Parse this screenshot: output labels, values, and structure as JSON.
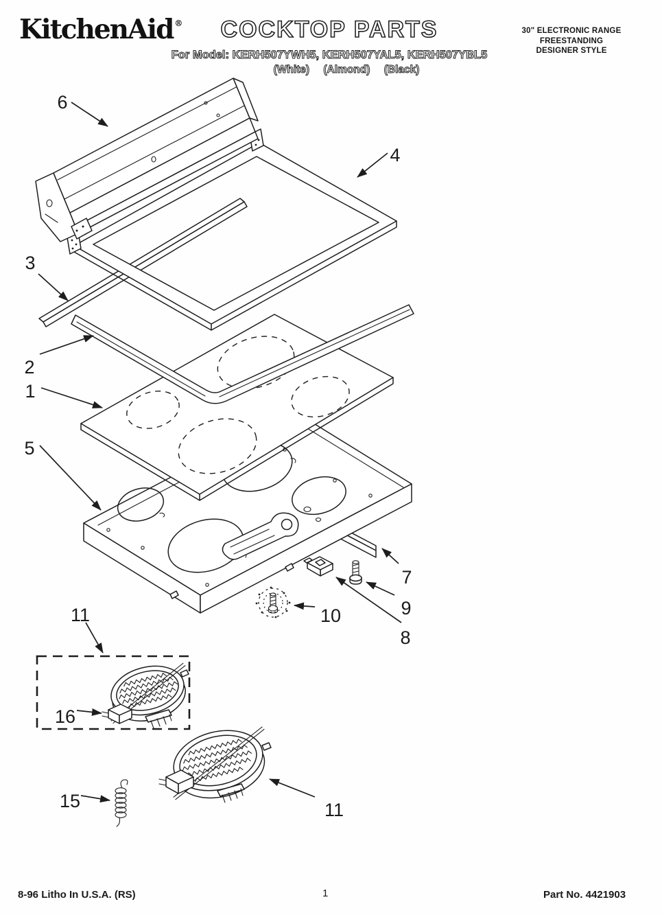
{
  "header": {
    "brand": "KitchenAid",
    "brand_reg": "®",
    "title": "COCKTOP PARTS",
    "model_line": "For Model: KERH507YWH5, KERH507YAL5, KERH507YBL5",
    "color_line": "(White) (Almond) (Black)",
    "right_lines": [
      "30\" ELECTRONIC RANGE",
      "FREESTANDING",
      "DESIGNER STYLE"
    ]
  },
  "footer": {
    "litho": "8-96 Litho In U.S.A. (RS)",
    "page_number": "1",
    "part_no": "Part No. 4421903"
  },
  "diagram": {
    "type": "exploded-parts-diagram",
    "description": "Exploded isometric view of a cooktop assembly",
    "ink_color": "#1d1d1d",
    "callouts": [
      {
        "num": "6",
        "points_to": "backguard panel"
      },
      {
        "num": "4",
        "points_to": "main cooktop frame"
      },
      {
        "num": "3",
        "points_to": "rear trim strip"
      },
      {
        "num": "2",
        "points_to": "front trim rail"
      },
      {
        "num": "1",
        "points_to": "glass ceramic cooktop with four burner zones"
      },
      {
        "num": "5",
        "points_to": "burner box pan with four element openings"
      },
      {
        "num": "7",
        "points_to": "side support rail"
      },
      {
        "num": "9",
        "points_to": "screw"
      },
      {
        "num": "8",
        "points_to": "mounting clip"
      },
      {
        "num": "10",
        "points_to": "lock washer and screw"
      },
      {
        "num": "11",
        "points_to": "surface element in dashed box"
      },
      {
        "num": "16",
        "points_to": "terminal block on element"
      },
      {
        "num": "15",
        "points_to": "spring"
      },
      {
        "num": "11",
        "points_to": "surface element"
      }
    ]
  }
}
